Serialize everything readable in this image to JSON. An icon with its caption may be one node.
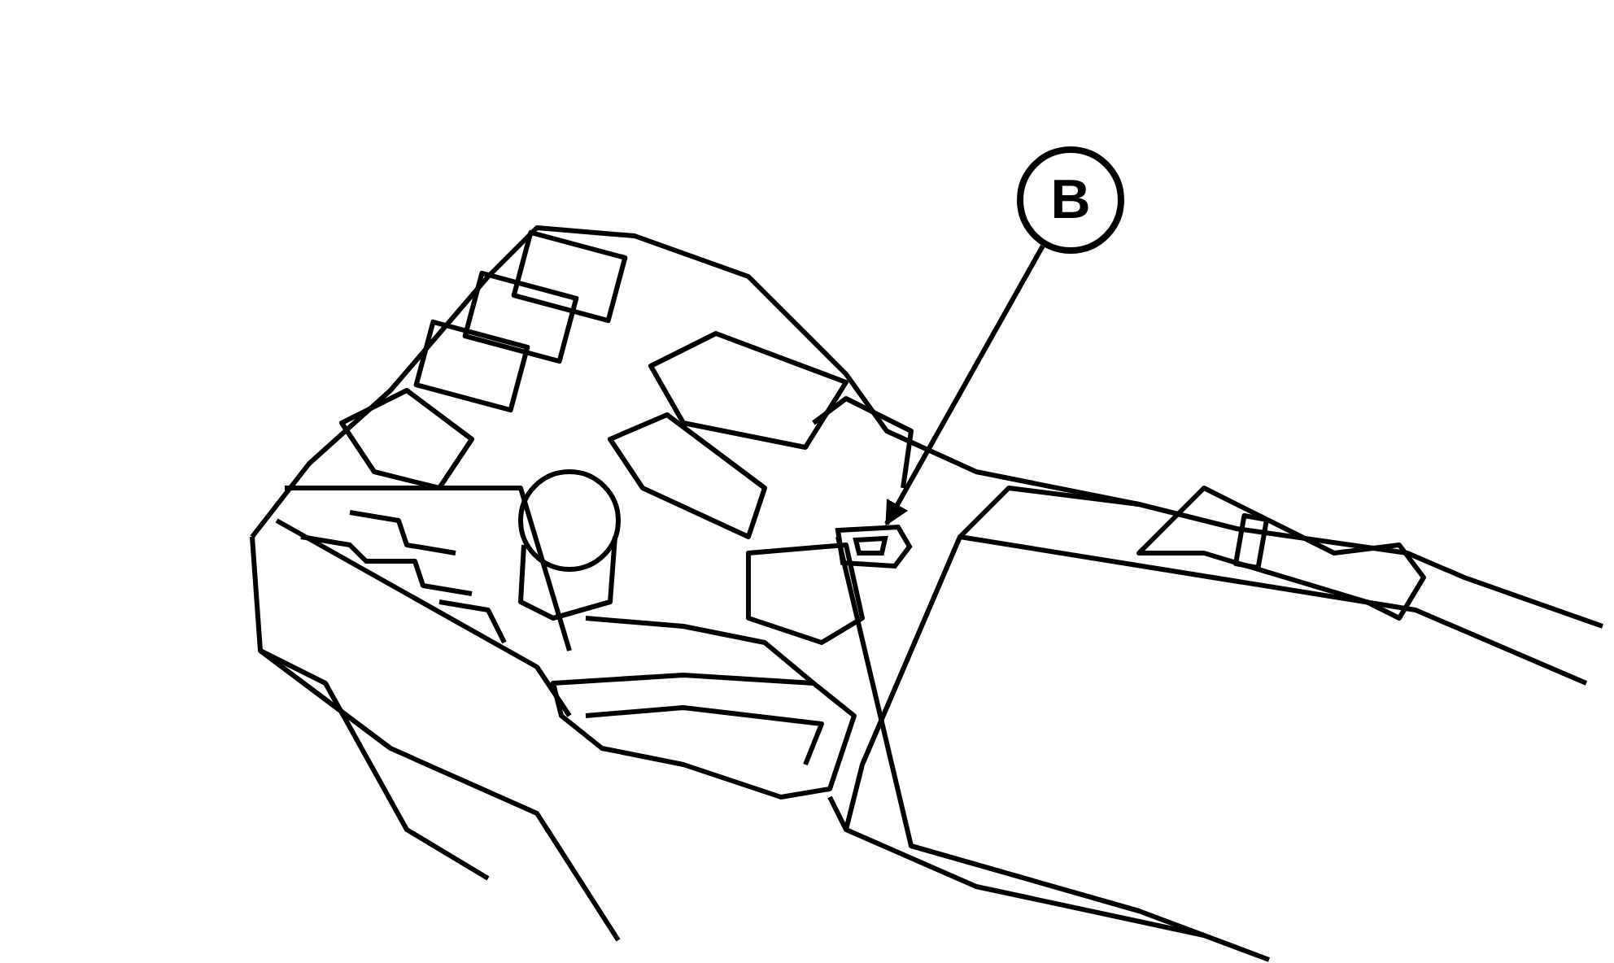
{
  "diagram": {
    "nodes": [
      {
        "text": [
          "B"
        ]
      },
      {
        "text": [],
        "shape": "picture"
      }
    ],
    "edges": [
      {
        "from": 0,
        "to": 1,
        "arrow": "to"
      }
    ]
  }
}
